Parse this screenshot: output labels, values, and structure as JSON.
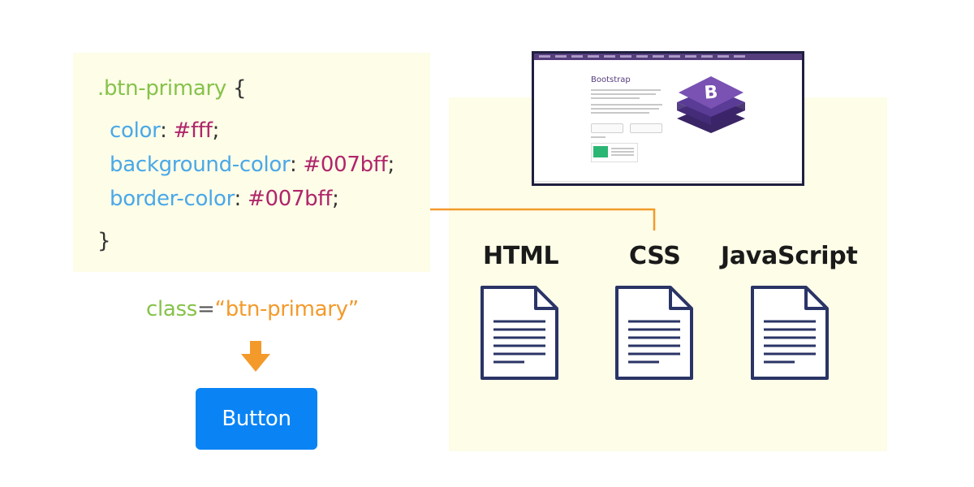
{
  "code": {
    "selector": ".btn-primary",
    "open_brace": "{",
    "close_brace": "}",
    "declarations": [
      {
        "property": "color",
        "value": "#fff"
      },
      {
        "property": "background-color",
        "value": "#007bff"
      },
      {
        "property": "border-color",
        "value": "#007bff"
      }
    ]
  },
  "usage": {
    "attr_name": "class",
    "equals": "=",
    "attr_value": "“btn-primary”"
  },
  "button": {
    "label": "Button",
    "color": "#0a84f5"
  },
  "files": [
    {
      "label": "HTML",
      "icon": "document-icon"
    },
    {
      "label": "CSS",
      "icon": "document-icon"
    },
    {
      "label": "JavaScript",
      "icon": "document-icon"
    }
  ],
  "screenshot": {
    "title": "Bootstrap",
    "logo_letter": "B",
    "brand_color": "#563d7c"
  },
  "colors": {
    "panel_bg": "#fdfde8",
    "connector": "#f39a2b",
    "selector": "#86c24a",
    "property": "#4aa8e8",
    "value": "#b0256a"
  }
}
